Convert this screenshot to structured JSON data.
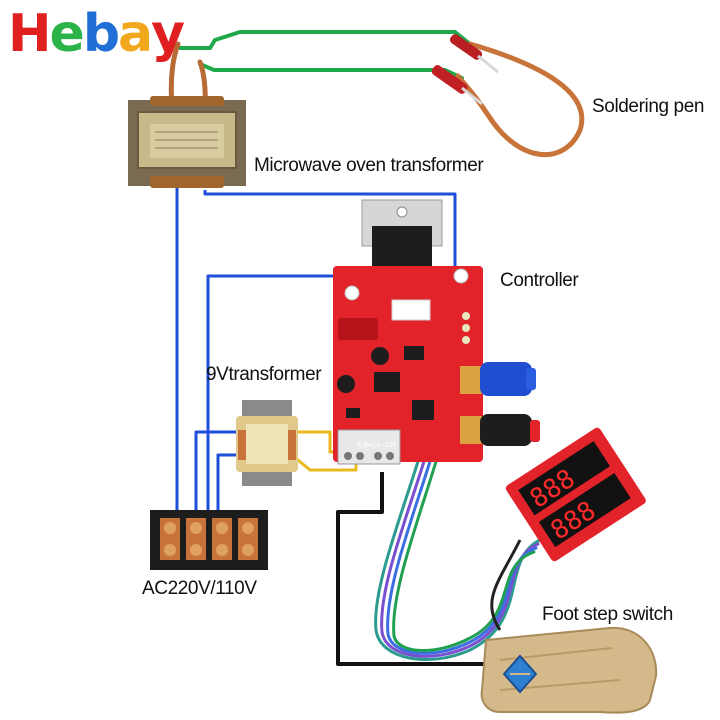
{
  "brand": {
    "letters": [
      "H",
      "e",
      "b",
      "a",
      "y"
    ],
    "colors": [
      "#e02020",
      "#2bb34a",
      "#1f6fd6",
      "#f2a81d",
      "#e02020"
    ]
  },
  "labels": {
    "soldering_pen": "Soldering pen",
    "microwave_transformer": "Microwave oven transformer",
    "controller": "Controller",
    "nine_v_transformer": "9Vtransformer",
    "mains": "AC220V/110V",
    "foot_switch": "Foot step switch"
  },
  "board_text": {
    "terminal_label": "电源AC9~12V"
  },
  "colors": {
    "wire_green": "#1fa84a",
    "wire_blue": "#1e4fd8",
    "wire_yellow": "#e8b81e",
    "wire_black": "#111111",
    "pcb_red": "#e2232a",
    "copper": "#c8733a",
    "display_digit": "#ff2a2a"
  },
  "icons": [
    "transformer-icon",
    "pcb-board-icon",
    "foot-pedal-icon",
    "terminal-block-icon",
    "led-display-icon",
    "soldering-pen-icon"
  ]
}
